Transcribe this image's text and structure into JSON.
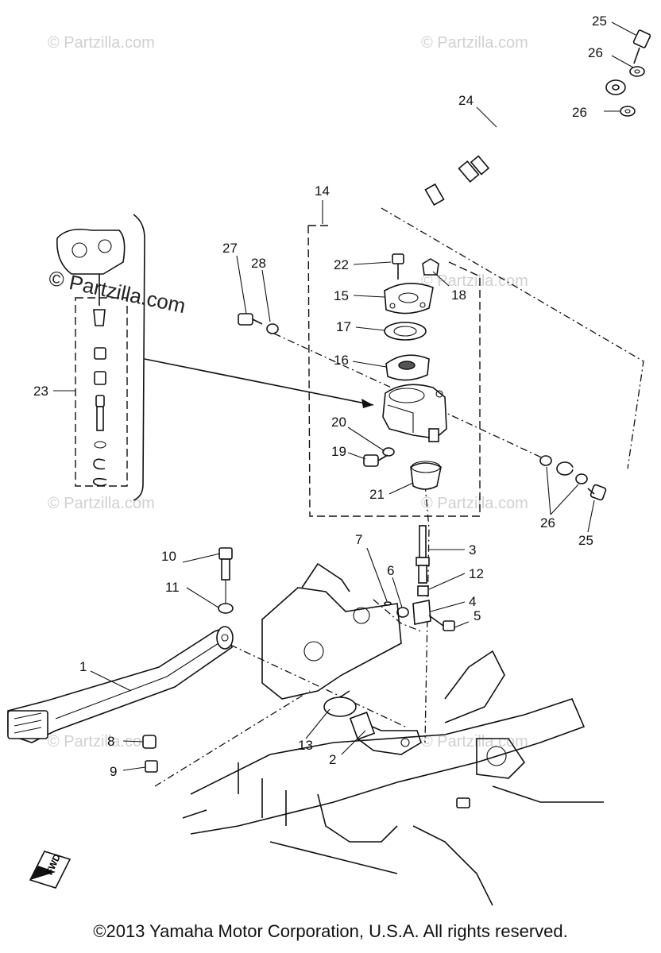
{
  "watermark": {
    "text": "© Partzilla.com"
  },
  "copyright": "©2013  Yamaha Motor Corporation, U.S.A. All rights reserved.",
  "fwd_label": "FWD",
  "callouts": {
    "c1": "1",
    "c2": "2",
    "c3": "3",
    "c4": "4",
    "c5": "5",
    "c6": "6",
    "c7": "7",
    "c8": "8",
    "c9": "9",
    "c10": "10",
    "c11": "11",
    "c12": "12",
    "c13": "13",
    "c14": "14",
    "c15": "15",
    "c16": "16",
    "c17": "17",
    "c18": "18",
    "c19": "19",
    "c20": "20",
    "c21": "21",
    "c22": "22",
    "c23": "23",
    "c24": "24",
    "c25a": "25",
    "c25b": "25",
    "c26a": "26",
    "c26b": "26",
    "c26c": "26",
    "c27": "27",
    "c28": "28"
  }
}
